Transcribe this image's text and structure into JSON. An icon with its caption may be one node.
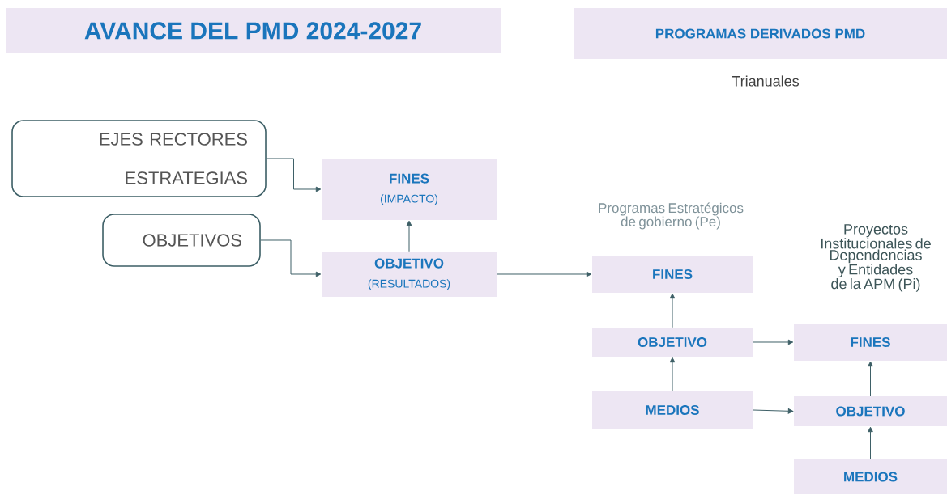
{
  "diagram": {
    "nodes": [
      {
        "text": [
          "AVANCE DEL PMD 2024-2027"
        ]
      },
      {
        "text": [
          "PROGRAMAS DERIVADOS PMD"
        ]
      },
      {
        "text": [
          "EJES RECTORES",
          "ESTRATEGIAS"
        ]
      },
      {
        "text": [
          "FINES",
          "(IMPACTO)"
        ]
      },
      {
        "text": [
          "OBJETIVOS"
        ]
      },
      {
        "text": [
          "OBJETIVO",
          "(RESULTADOS)"
        ]
      },
      {
        "text": [
          "FINES"
        ]
      },
      {
        "text": [
          "OBJETIVO"
        ]
      },
      {
        "text": [
          "MEDIOS"
        ]
      },
      {
        "text": [
          "FINES"
        ]
      },
      {
        "text": [
          "OBJETIVO"
        ]
      },
      {
        "text": [
          "MEDIOS"
        ]
      }
    ],
    "edges": [
      {
        "from": 2,
        "to": 3,
        "arrow": "to"
      },
      {
        "from": 4,
        "to": 5,
        "arrow": "to"
      },
      {
        "from": 5,
        "to": 3,
        "arrow": "to"
      },
      {
        "from": 5,
        "to": 6,
        "arrow": "to"
      },
      {
        "from": 7,
        "to": 6,
        "arrow": "to"
      },
      {
        "from": 8,
        "to": 7,
        "arrow": "to"
      },
      {
        "from": 7,
        "to": 9,
        "arrow": "to"
      },
      {
        "from": 8,
        "to": 10,
        "arrow": "to"
      },
      {
        "from": 10,
        "to": 9,
        "arrow": "to"
      },
      {
        "from": 11,
        "to": 10,
        "arrow": "to"
      }
    ],
    "labels": [
      "Trianuales",
      "Programas Estratégicos de gobierno (Pe)",
      "Proyectos Institucionales de Dependencias y Entidades de la APM (Pi)"
    ]
  }
}
